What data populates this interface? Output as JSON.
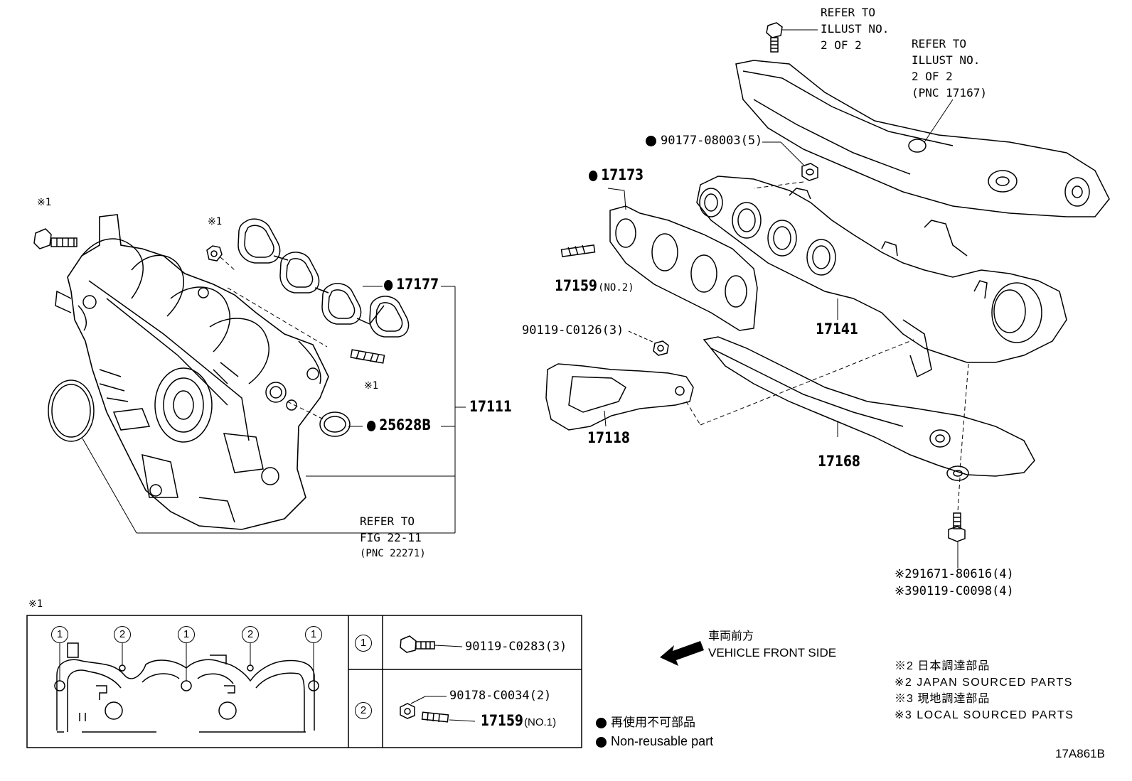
{
  "labels": {
    "refer_top_1": [
      "REFER TO",
      "ILLUST NO.",
      "2 OF 2"
    ],
    "refer_top_2": [
      "REFER TO",
      "ILLUST NO.",
      "2 OF 2",
      "(PNC 17167)"
    ],
    "p_90177": "90177-08003(5)",
    "p_17173": "17173",
    "p_17159_no2": "17159",
    "p_17159_no2_suffix": "(NO.2)",
    "p_90119_c0126": "90119-C0126(3)",
    "p_17141": "17141",
    "p_17118": "17118",
    "p_17168": "17168",
    "p_17177": "17177",
    "p_25628b": "25628B",
    "p_17111": "17111",
    "refer_fig": [
      "REFER TO",
      "FIG 22-11",
      "(PNC 22271)"
    ],
    "p_91671": "※291671-80616(4)",
    "p_90119_c0098": "※390119-C0098(4)",
    "note1_marker": "※1",
    "note1_top_marker": "※1",
    "note1_mid_marker": "※1",
    "note1_stud_marker": "※1"
  },
  "detail_table": {
    "marker": "※1",
    "row1_key": "1",
    "row1_part": "90119-C0283(3)",
    "row2_key": "2",
    "row2_part_a": "90178-C0034(2)",
    "row2_part_b": "17159",
    "row2_part_b_suffix": "(NO.1)",
    "gasket_callouts": [
      "1",
      "2",
      "1",
      "2",
      "1"
    ]
  },
  "direction": {
    "jp": "車両前方",
    "en": "VEHICLE FRONT SIDE"
  },
  "legend": {
    "nonreusable_jp": "再使用不可部品",
    "nonreusable_en": "Non-reusable part",
    "jp_sourced_jp": "※2 日本調達部品",
    "jp_sourced_en": "※2 JAPAN SOURCED PARTS",
    "local_sourced_jp": "※3 現地調達部品",
    "local_sourced_en": "※3 LOCAL SOURCED PARTS"
  },
  "figure_id": "17A861B"
}
